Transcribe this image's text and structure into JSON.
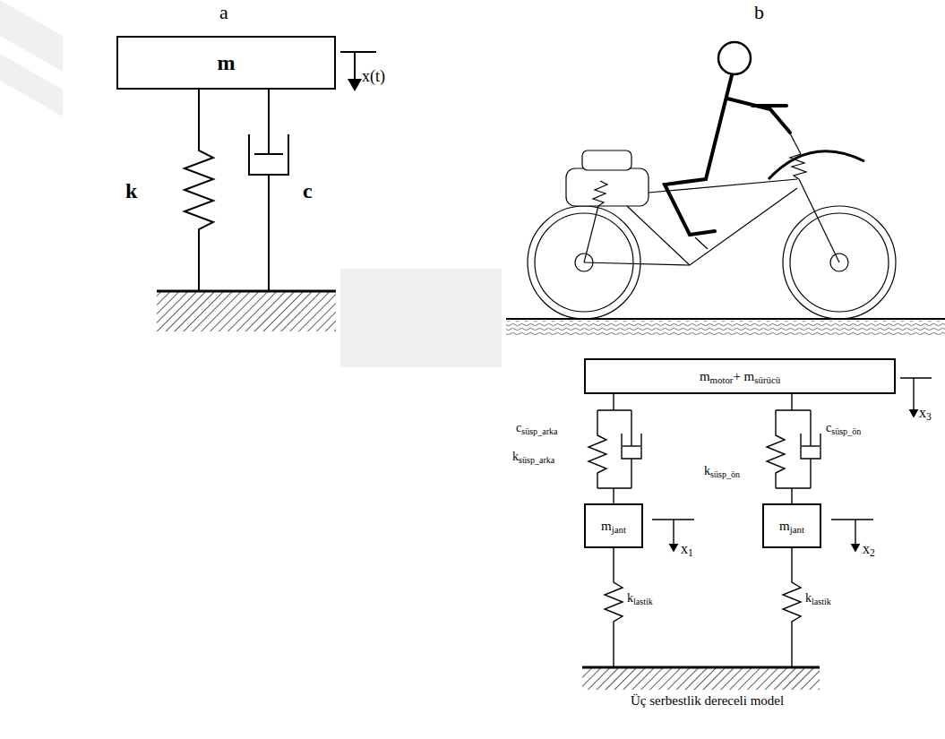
{
  "diagram": {
    "caption": "Üç serbestlik dereceli model",
    "nodes": [
      {
        "text": [
          "m"
        ]
      },
      {
        "text": [
          "mmotor+ msürücü"
        ]
      },
      {
        "text": [
          "mjant"
        ]
      },
      {
        "text": [
          "mjant"
        ]
      }
    ],
    "labels": [
      "a",
      "b",
      "k",
      "c",
      "x(t)",
      "csüsp_arka",
      "ksüsp_arka",
      "csüsp_ön",
      "ksüsp_ön",
      "x3",
      "x1",
      "x2",
      "klastik",
      "klastik"
    ]
  }
}
